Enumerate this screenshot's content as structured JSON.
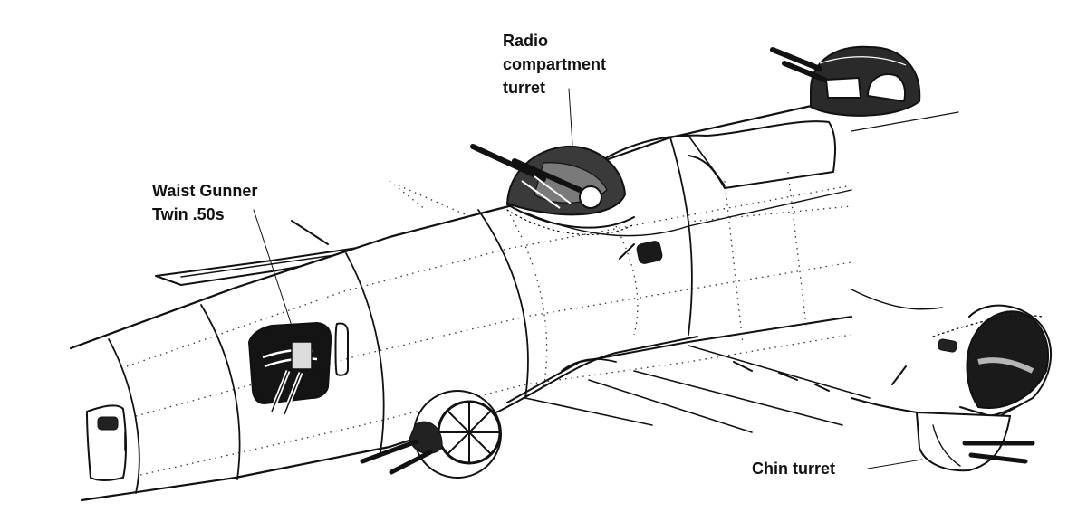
{
  "diagram": {
    "ink_color": "#111111",
    "labels": {
      "radio_turret": [
        "Radio",
        "compartment",
        "turret"
      ],
      "waist_gunner": [
        "Waist Gunner",
        "Twin .50s"
      ],
      "chin_turret": [
        "Chin turret"
      ]
    }
  }
}
